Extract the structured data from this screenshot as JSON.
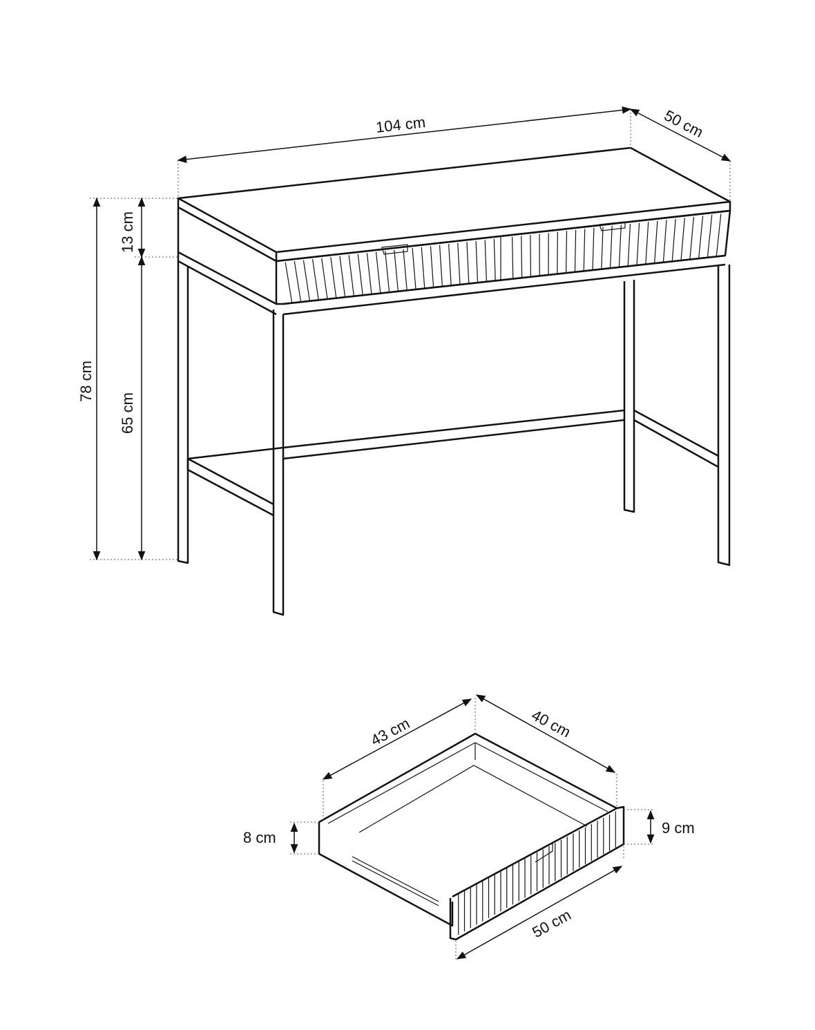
{
  "desk": {
    "width_label": "104 cm",
    "depth_label": "50 cm",
    "total_height_label": "78 cm",
    "top_height_label": "13 cm",
    "leg_height_label": "65 cm"
  },
  "drawer": {
    "side_depth_label": "43 cm",
    "inner_depth_label": "40 cm",
    "side_height_label": "8 cm",
    "front_height_label": "9 cm",
    "front_width_label": "50 cm"
  },
  "colors": {
    "line": "#111111",
    "background": "#ffffff"
  }
}
